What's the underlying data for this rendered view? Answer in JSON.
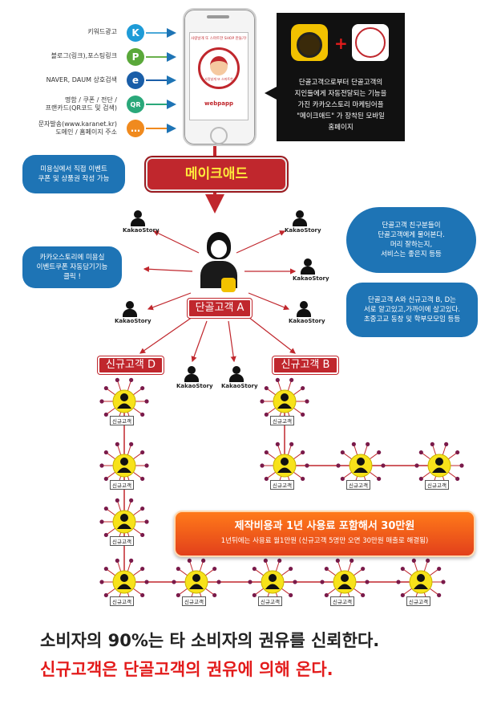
{
  "sources": [
    {
      "label": "키워드광고",
      "icon": "keyword-ad-icon",
      "glyph": "K",
      "color": "#1e9bd7"
    },
    {
      "label": "블로그(링크),포스팅링크",
      "icon": "blog-icon",
      "glyph": "P",
      "color": "#5aa83a"
    },
    {
      "label": "NAVER, DAUM 상호검색",
      "icon": "search-engine-icon",
      "glyph": "e",
      "color": "#1a5ea8"
    },
    {
      "label": "명함 / 쿠폰 / 전단 /\n프랜카드(QR코드 및 검색)",
      "icon": "qr-code-icon",
      "glyph": "QR",
      "color": "#2aa87a"
    },
    {
      "label": "문자발송(www.karanet.kr)\n도메인 / 홈페이지 주소",
      "icon": "sms-icon",
      "glyph": "…",
      "color": "#f08a1e"
    }
  ],
  "phone": {
    "header": "사랑날개 또 스마트한 SHOP 만들기!",
    "sign": "사랑날개 또 스마트한",
    "brand": "webpapp"
  },
  "info_box": "단골고객으로부터 단골고객의\n지인들에게 자동전달되는 기능을\n가진 카카오스토리 마케팅어플\n\"메이크애드\" 가 장착된 모바일\n홈페이지",
  "banner": "메이크애드",
  "bubbles": {
    "direct_event": "미용실에서 직접 이벤트\n쿠폰 및 상품권 작성 가능",
    "kakao_coupon": "카카오스토리에 미용실\n이벤트쿠폰 자동담기기능\n클릭 !",
    "friends_ask": "단골고객 친구분들이\n단골고객에게 물어본다.\n머리 잘하는지,\n서비스는 좋은지 등등",
    "relationship": "단골고객 A와 신규고객 B, D는\n서로 알고있고,가까이에 살고있다.\n초중고교 동창 및 학부모모임 등등"
  },
  "kakao_label": "KakaoStory",
  "regular_customer": "단골고객 A",
  "new_customer_d": "신규고객 D",
  "new_customer_b": "신규고객 B",
  "new_customer_short": "신규고객",
  "cost": {
    "line1": "제작비용과 1년 사용료 포함해서 30만원",
    "line2": "1년뒤에는 사용료 월1만원 (신규고객 5명만 오면 30만원 매출로 해결됨)"
  },
  "bottom": {
    "line1": "소비자의 90%는 타 소비자의 권유를 신뢰한다.",
    "line2": "신규고객은 단골고객의 권유에 의해 온다."
  }
}
